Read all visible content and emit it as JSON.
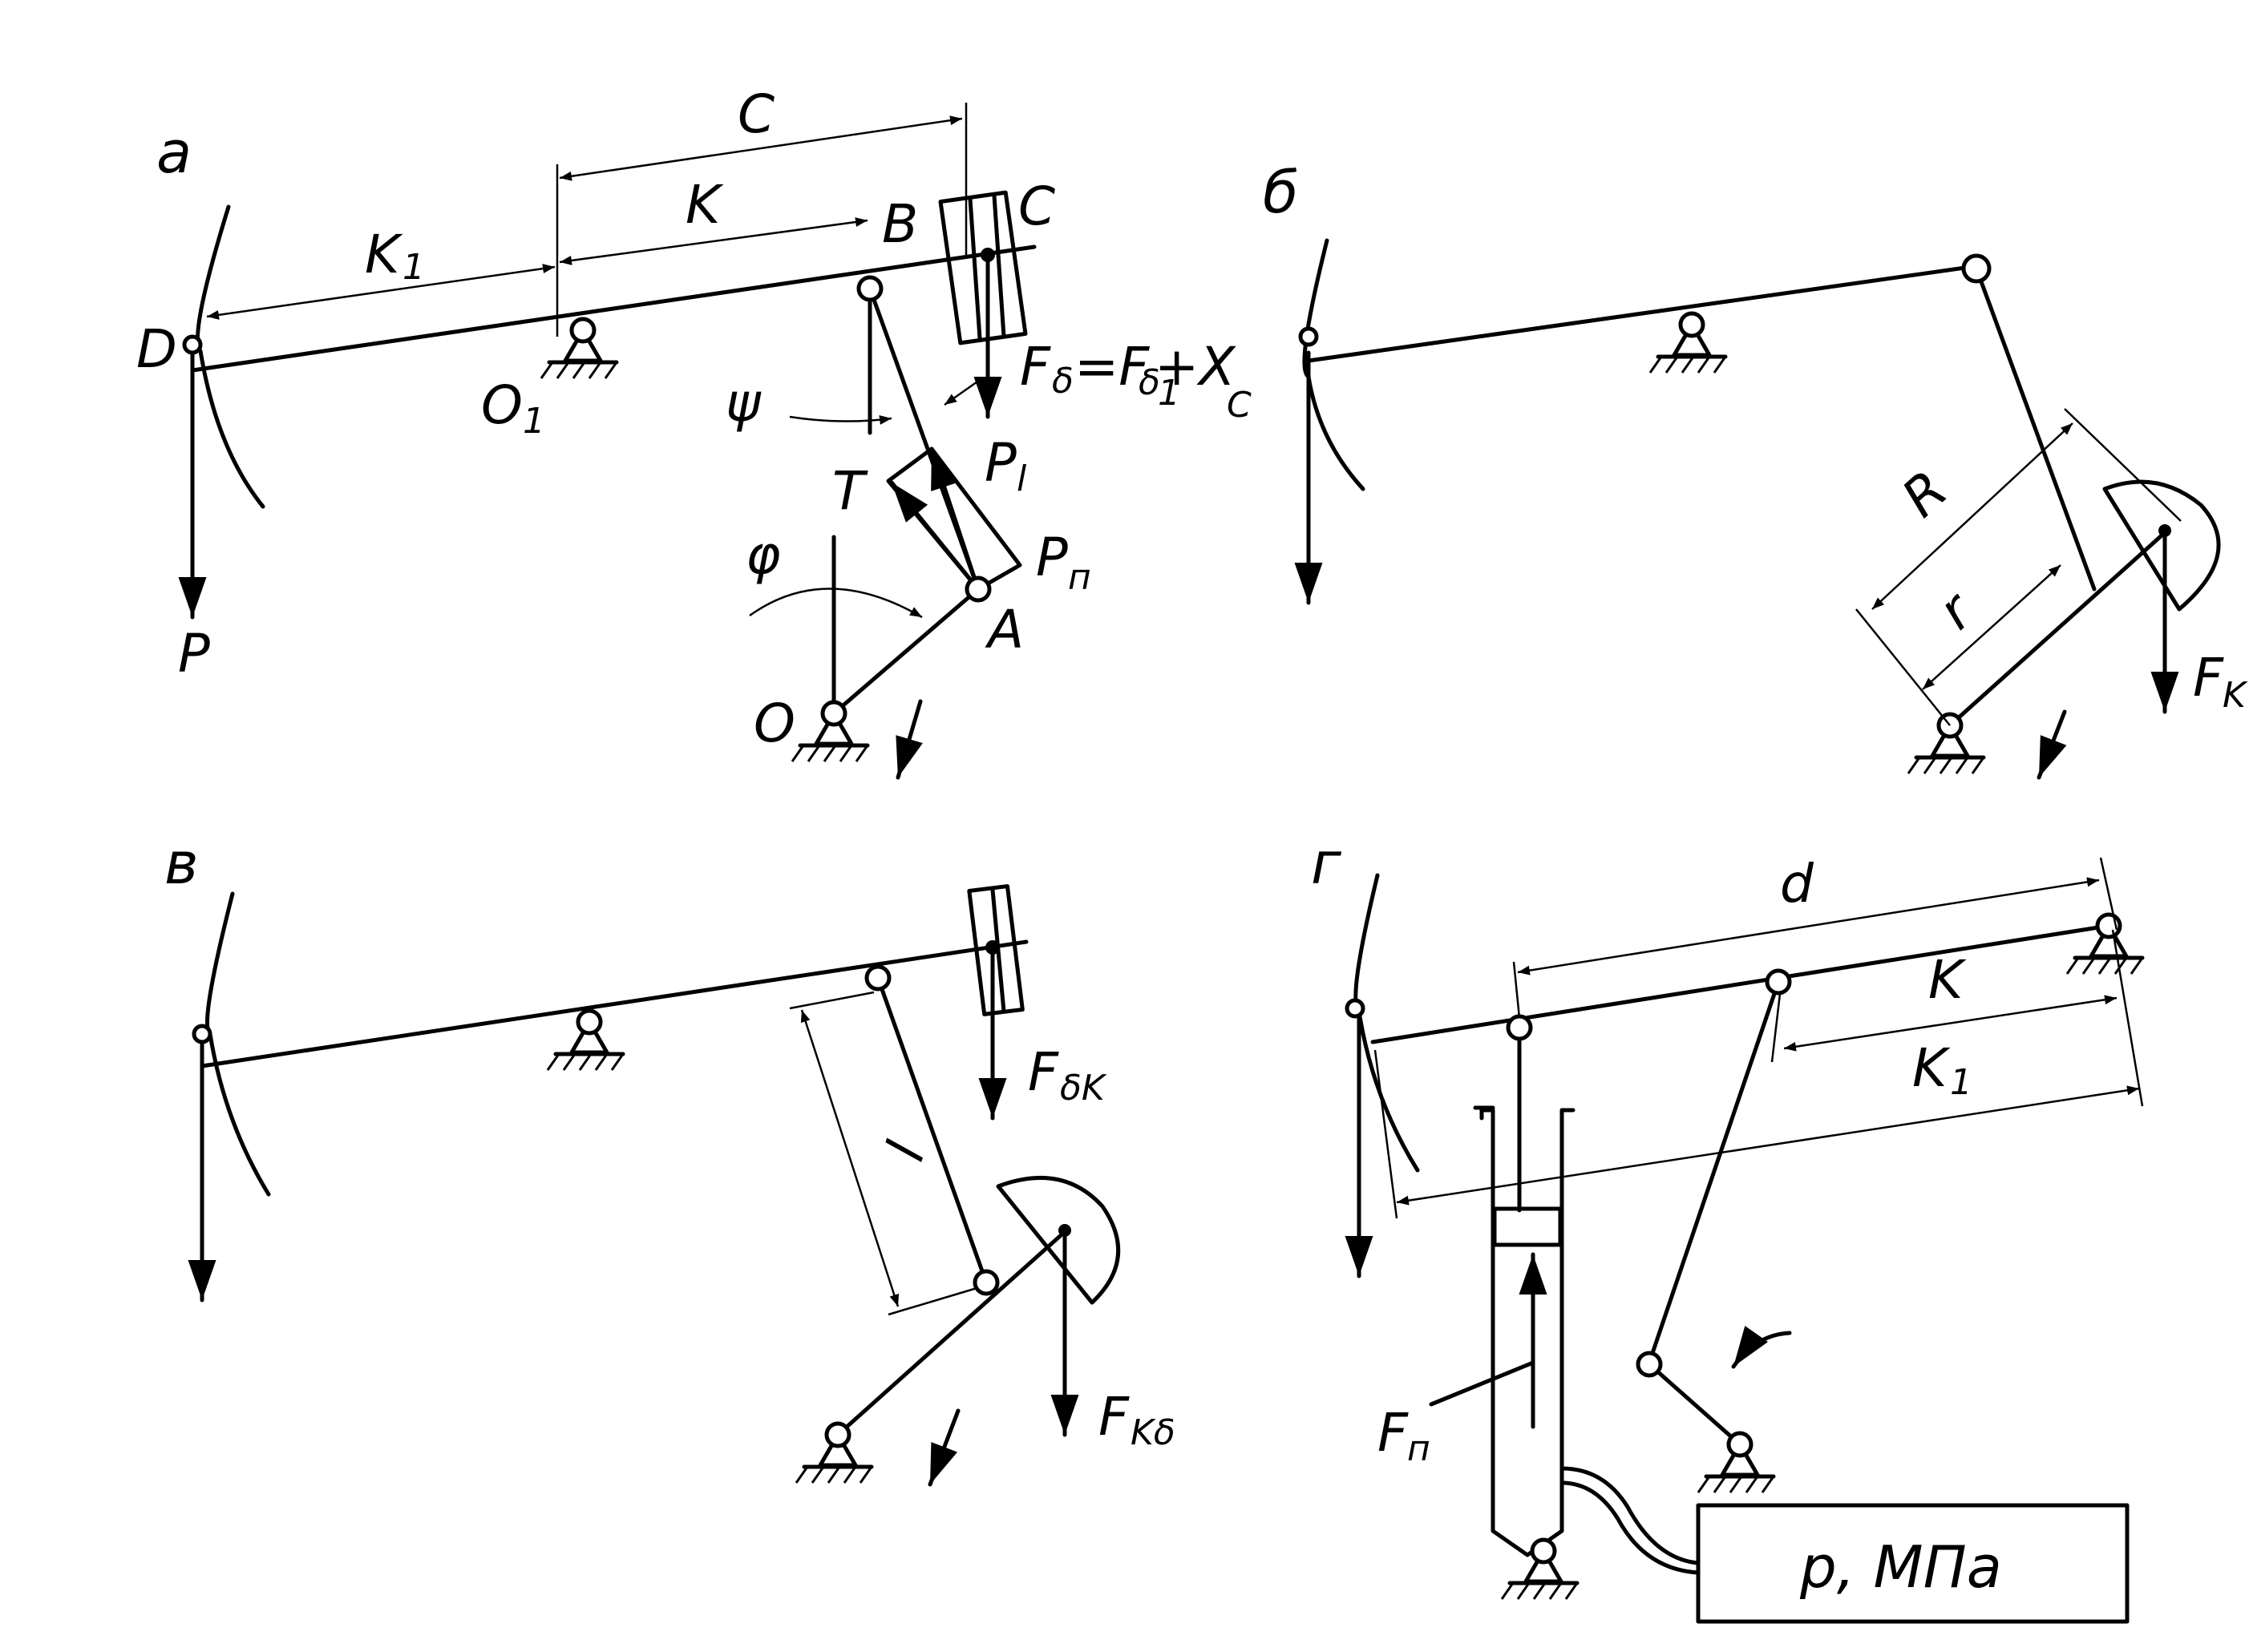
{
  "panels": {
    "a": "а",
    "b": "б",
    "v": "в",
    "g": "г"
  },
  "panel_a": {
    "dim_C": "C",
    "dim_K": "K",
    "dim_K1_main": "K",
    "dim_K1_sub": "1",
    "pt_B": "B",
    "pt_C": "C",
    "pt_D": "D",
    "pt_O1_main": "O",
    "pt_O1_sub": "1",
    "angle_psi": "ψ",
    "angle_phi": "φ",
    "pt_T": "T",
    "pt_A": "A",
    "pt_O": "O",
    "force_P": "P",
    "force_Pl_main": "P",
    "force_Pl_sub": "l",
    "force_Pn_main": "P",
    "force_Pn_sub": "п",
    "formula_F": "F",
    "formula_d": "δ",
    "formula_eq": "=F",
    "formula_d1": "δ",
    "formula_1": "1",
    "formula_plus": "+X",
    "formula_c": "C"
  },
  "panel_b": {
    "dim_R": "R",
    "dim_r": "r",
    "force_F": "F",
    "force_sub": "K"
  },
  "panel_v": {
    "dim_l": "l",
    "force_Fdk": "F",
    "force_Fdk_sub": "δK",
    "force_Fkd": "F",
    "force_Fkd_sub": "Kδ"
  },
  "panel_g": {
    "dim_d": "d",
    "dim_K": "K",
    "dim_K1_main": "K",
    "dim_K1_sub": "1",
    "force_Fn": "F",
    "force_Fn_sub": "п",
    "gauge_label": "p, МПа"
  }
}
